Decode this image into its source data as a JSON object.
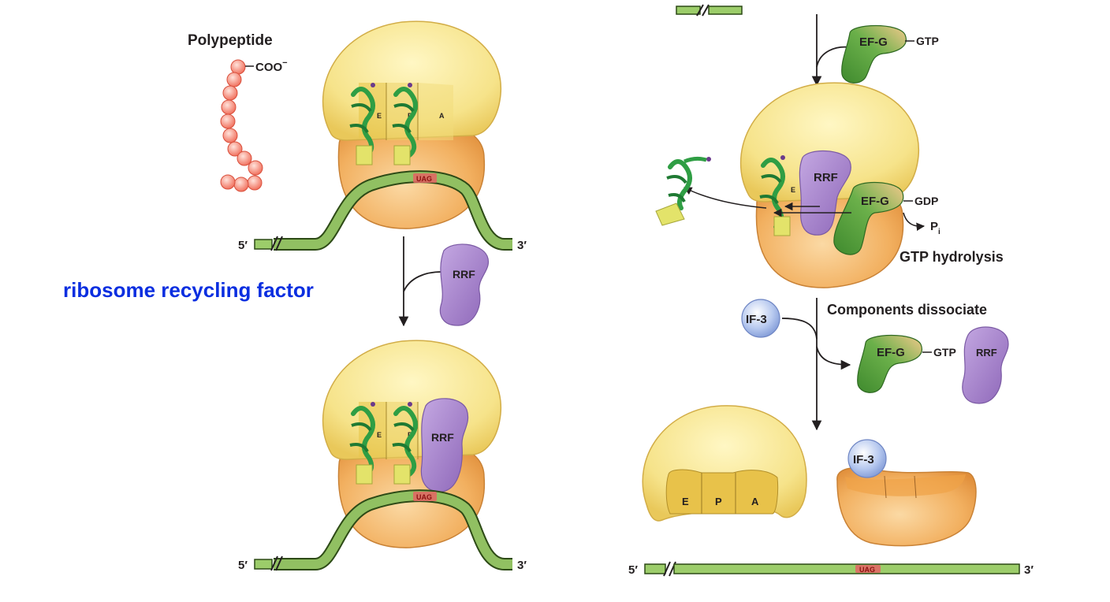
{
  "labels": {
    "polypeptide": "Polypeptide",
    "coo": "COO",
    "coo_charge": "−",
    "rrf_name": "ribosome recycling factor",
    "rrf": "RRF",
    "efg": "EF-G",
    "gtp": "GTP",
    "gdp": "GDP",
    "pi": "P",
    "pi_sub": "i",
    "gtp_hydrolysis": "GTP hydrolysis",
    "components_dissociate": "Components dissociate",
    "if3": "IF-3",
    "five_prime": "5′",
    "three_prime": "3′",
    "stop_codon": "UAG",
    "site_e": "E",
    "site_p": "P",
    "site_a": "A"
  },
  "colors": {
    "large_subunit": "#f6e38a",
    "small_subunit": "#f2b060",
    "mrna": "#9ccd6a",
    "trna": "#2f9e44",
    "rrf": "#a987cc",
    "efg_green": "#4e9a3a",
    "efg_tan": "#f3c98c",
    "if3": "#9cb5e6",
    "polypeptide": "#f47c6a",
    "label_blue": "#0a2ee0"
  }
}
